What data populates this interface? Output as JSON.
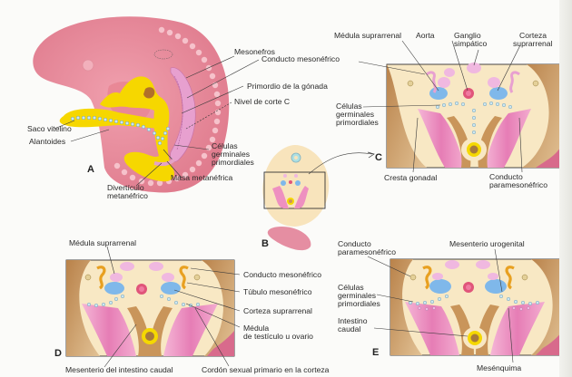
{
  "figure": {
    "panels": {
      "A": "A",
      "B": "B",
      "C": "C",
      "D": "D",
      "E": "E"
    },
    "colors": {
      "embryo_pink": "#e98a98",
      "embryo_light": "#f2aab5",
      "yolk": "#f5d800",
      "mesonephros": "#e7a0cf",
      "cream": "#f8e8c4",
      "tan": "#c9955a",
      "pink_cord": "#ee90c0",
      "blue": "#7fb8ea",
      "lilac": "#f0b8e0",
      "aorta": "#e0557a",
      "orange_tubule": "#e8a020",
      "cell_dot": "#9cc8d8"
    },
    "labels_A": {
      "mesonefros": "Mesonefros",
      "conducto_mesonefrico": "Conducto mesonéfrico",
      "primordio_gonada": "Primordio de la gónada",
      "nivel_corte": "Nivel de corte C",
      "saco_vitelino": "Saco vitelino",
      "alantoides": "Alantoides",
      "celulas_1": "Células",
      "celulas_2": "germinales",
      "celulas_3": "primordiales",
      "masa_metanefrica": "Masa metanéfrica",
      "diverticulo_1": "Divertículo",
      "diverticulo_2": "metanéfrico"
    },
    "labels_C": {
      "medula_suprarrenal": "Médula suprarrenal",
      "aorta": "Aorta",
      "ganglio_1": "Ganglio",
      "ganglio_2": "simpático",
      "corteza_1": "Corteza",
      "corteza_2": "suprarrenal",
      "celulas_1": "Células",
      "celulas_2": "germinales",
      "celulas_3": "primordiales",
      "cresta_gonadal": "Cresta gonadal",
      "paramesonefrico_1": "Conducto",
      "paramesonefrico_2": "paramesonéfrico"
    },
    "labels_D": {
      "medula_suprarrenal": "Médula suprarrenal",
      "conducto_mesonefrico": "Conducto mesonéfrico",
      "tubulo_mesonefrico": "Túbulo mesonéfrico",
      "corteza_suprarrenal": "Corteza suprarrenal",
      "medula_testiculo_1": "Médula",
      "medula_testiculo_2": "de testículo u ovario",
      "mesenterio_intestino": "Mesenterio del intestino caudal",
      "cordon_sexual": "Cordón sexual primario en la corteza"
    },
    "labels_E": {
      "paramesonefrico_1": "Conducto",
      "paramesonefrico_2": "paramesonéfrico",
      "mesenterio_urogenital": "Mesenterio urogenital",
      "celulas_1": "Células",
      "celulas_2": "germinales",
      "celulas_3": "primordiales",
      "intestino_1": "Intestino",
      "intestino_2": "caudal",
      "mesenquima": "Mesénquima"
    }
  }
}
